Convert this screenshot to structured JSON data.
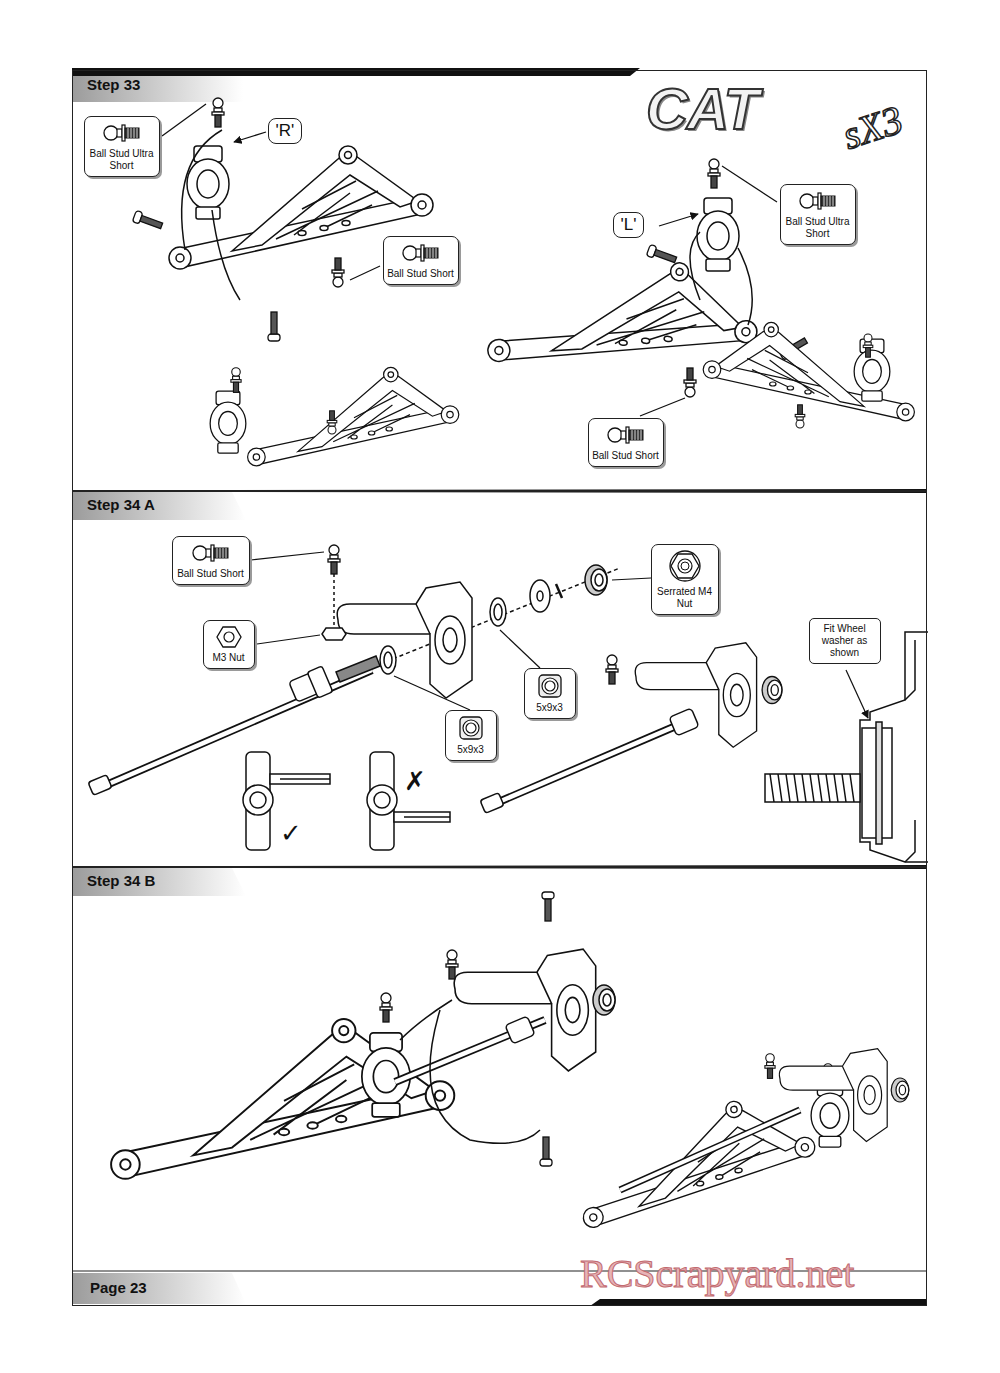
{
  "diagram": {
    "nodes": [
      {
        "text": [
          "Step 33"
        ]
      },
      {
        "text": [
          "Ball Stud Ultra Short"
        ],
        "in": 0
      },
      {
        "text": [
          "'R'"
        ],
        "in": 0
      },
      {
        "text": [
          "Ball Stud Short"
        ],
        "in": 0
      },
      {
        "text": [
          "'L'"
        ],
        "in": 0
      },
      {
        "text": [
          "Ball Stud Ultra Short"
        ],
        "in": 0
      },
      {
        "text": [
          "Ball Stud Short"
        ],
        "in": 0
      },
      {
        "text": [
          "Step 34 A"
        ]
      },
      {
        "text": [
          "Ball Stud Short"
        ],
        "in": 7
      },
      {
        "text": [
          "M3 Nut"
        ],
        "in": 7
      },
      {
        "text": [
          "5x9x3"
        ],
        "in": 7
      },
      {
        "text": [
          "5x9x3"
        ],
        "in": 7
      },
      {
        "text": [
          "Serrated M4 Nut"
        ],
        "in": 7
      },
      {
        "text": [
          "Fit Wheel washer as shown"
        ],
        "in": 7
      },
      {
        "text": [
          "Step 34 B"
        ]
      }
    ],
    "labels": [
      "CAT",
      "sX3",
      "✓",
      "✗",
      "Page 23",
      "RCScrapyard.net"
    ]
  }
}
